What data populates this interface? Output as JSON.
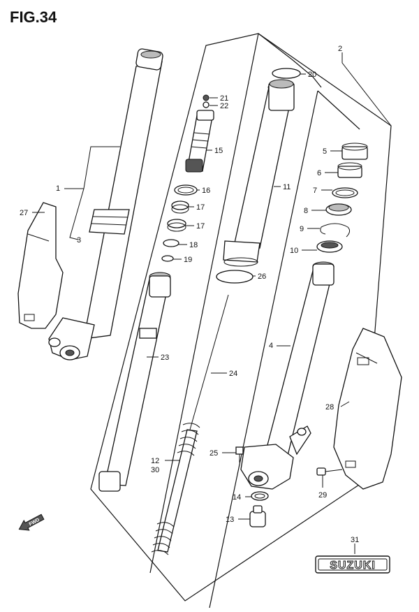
{
  "figure": {
    "title": "FIG.34"
  },
  "fwd_badge": "FWD",
  "logo_text": "SUZUKI",
  "callouts": {
    "c1": "1",
    "c2": "2",
    "c3": "3",
    "c4": "4",
    "c5": "5",
    "c6": "6",
    "c7": "7",
    "c8": "8",
    "c9": "9",
    "c10": "10",
    "c11": "11",
    "c12": "12",
    "c13": "13",
    "c14": "14",
    "c15": "15",
    "c16": "16",
    "c17a": "17",
    "c17b": "17",
    "c18": "18",
    "c19": "19",
    "c20": "20",
    "c21": "21",
    "c22": "22",
    "c23": "23",
    "c24": "24",
    "c25": "25",
    "c26": "26",
    "c27": "27",
    "c28": "28",
    "c29": "29",
    "c30": "30",
    "c31": "31"
  }
}
